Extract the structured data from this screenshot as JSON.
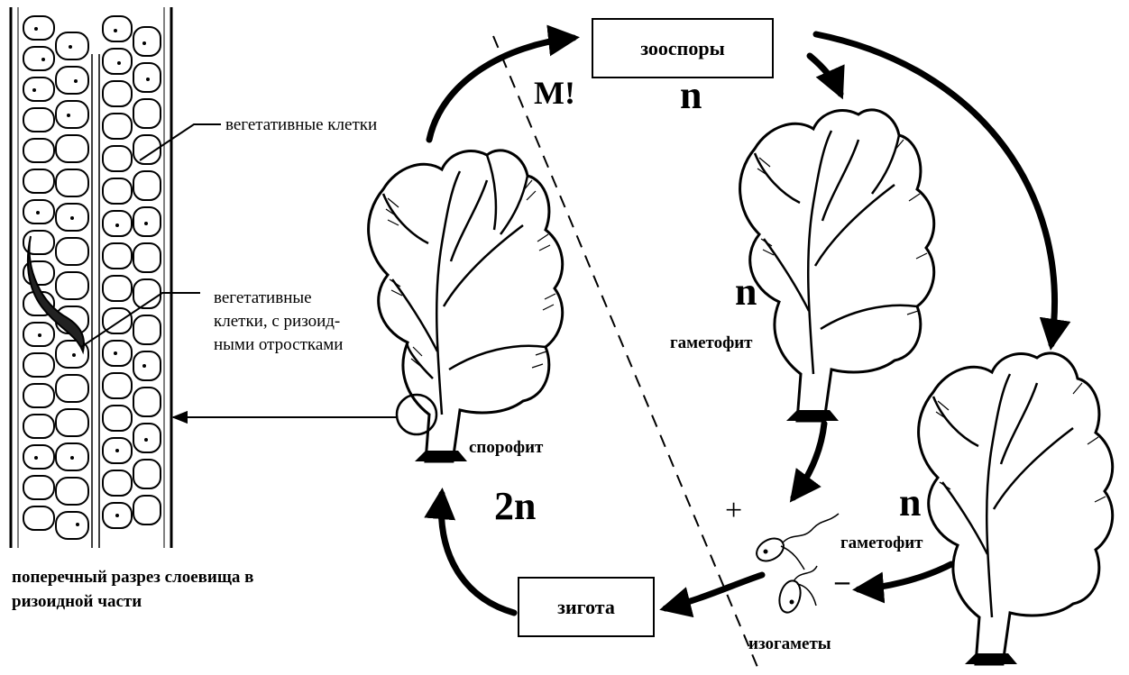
{
  "labels": {
    "zoospores": "зооспоры",
    "meiosis": "М!",
    "n_top": "n",
    "n_middle": "n",
    "gametophyte_1": "гаметофит",
    "n_right": "n",
    "gametophyte_2": "гаметофит",
    "sporophyte": "спорофит",
    "ploidy_2n": "2n",
    "zygote": "зигота",
    "isogametes": "изогаметы",
    "plus": "+",
    "minus": "–",
    "vegetative_cells_1": "вегетативные клетки",
    "vegetative_cells_2_line1": "вегетативные",
    "vegetative_cells_2_line2": "клетки, с ризоид-",
    "vegetative_cells_2_line3": "ными отростками",
    "caption_line1": "поперечный разрез слоевища в",
    "caption_line2": "ризоидной части"
  }
}
